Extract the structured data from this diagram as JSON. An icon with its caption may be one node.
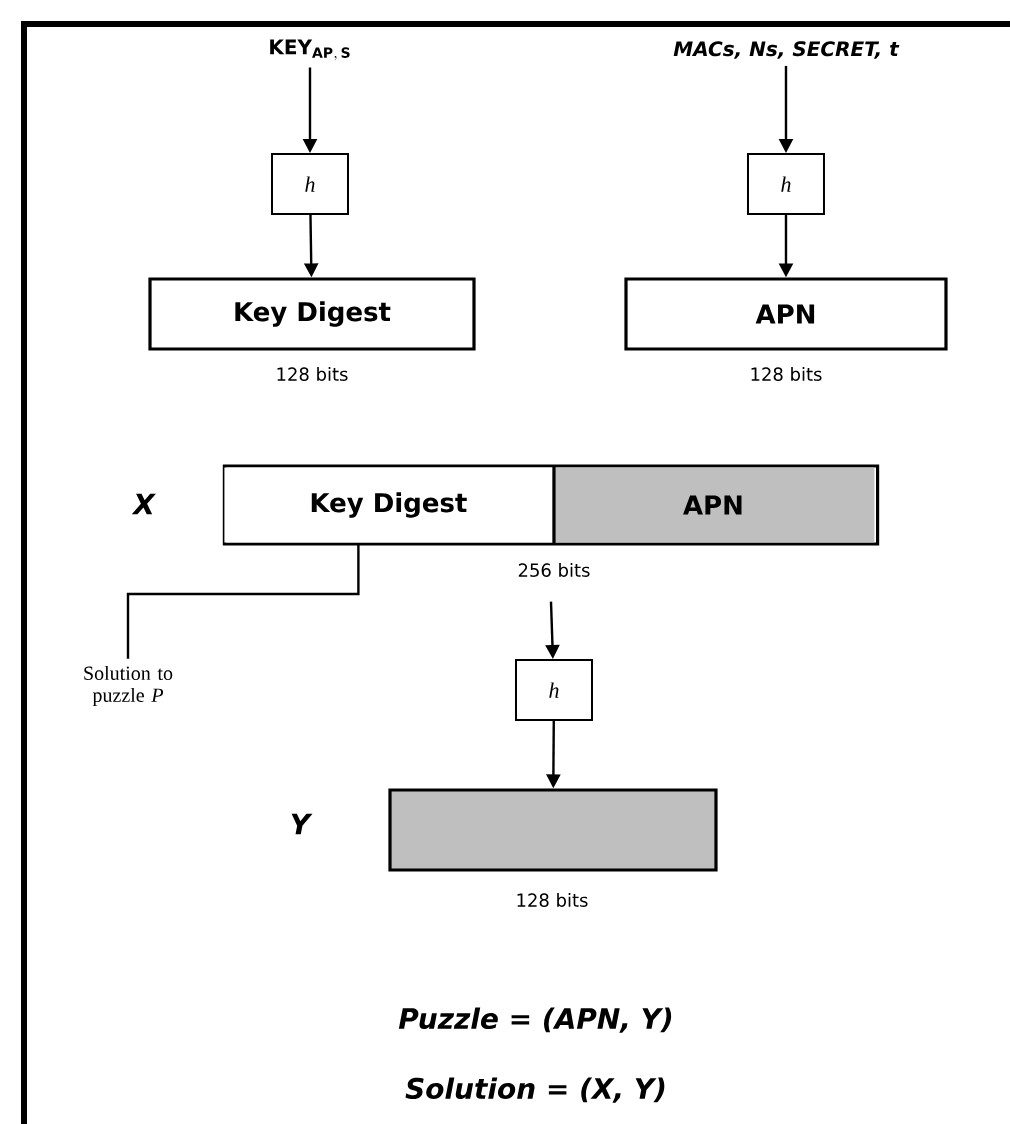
{
  "diagram": {
    "nodes": [
      {
        "text": [
          "\\mathbf{KEY}_{\\mathbf{AP,\\,S}}"
        ]
      },
      {
        "text": [
          "MACs, Ns, SECRET, t"
        ]
      },
      {
        "text": [
          "h"
        ]
      },
      {
        "text": [
          "h"
        ]
      },
      {
        "text": [
          "Key Digest"
        ],
        "beside": [
          "128 bits"
        ]
      },
      {
        "text": [
          "APN"
        ],
        "beside": [
          "128 bits"
        ]
      },
      {
        "text": [],
        "shape": "box",
        "beside": [
          "X",
          "256 bits"
        ]
      },
      {
        "text": [
          "Key Digest"
        ],
        "in": 6
      },
      {
        "text": [
          "APN"
        ],
        "in": 6
      },
      {
        "text": [
          "h"
        ]
      },
      {
        "text": [],
        "shape": "box",
        "beside": [
          "Y",
          "128 bits"
        ]
      },
      {
        "text": [
          "Solution to puzzle *P*"
        ]
      }
    ],
    "edges": [
      {
        "from": 0,
        "to": 2,
        "arrow": "to"
      },
      {
        "from": 2,
        "to": 4,
        "arrow": "to"
      },
      {
        "from": 1,
        "to": 3,
        "arrow": "to"
      },
      {
        "from": 3,
        "to": 5,
        "arrow": "to"
      },
      {
        "from": 6,
        "to": 9,
        "arrow": "to"
      },
      {
        "from": 9,
        "to": 10,
        "arrow": "to"
      },
      {
        "from": 11,
        "to": 7,
        "arrow": "none"
      }
    ],
    "labels": [
      "Puzzle = (APN, Y)",
      "Solution = (X, Y)"
    ]
  }
}
